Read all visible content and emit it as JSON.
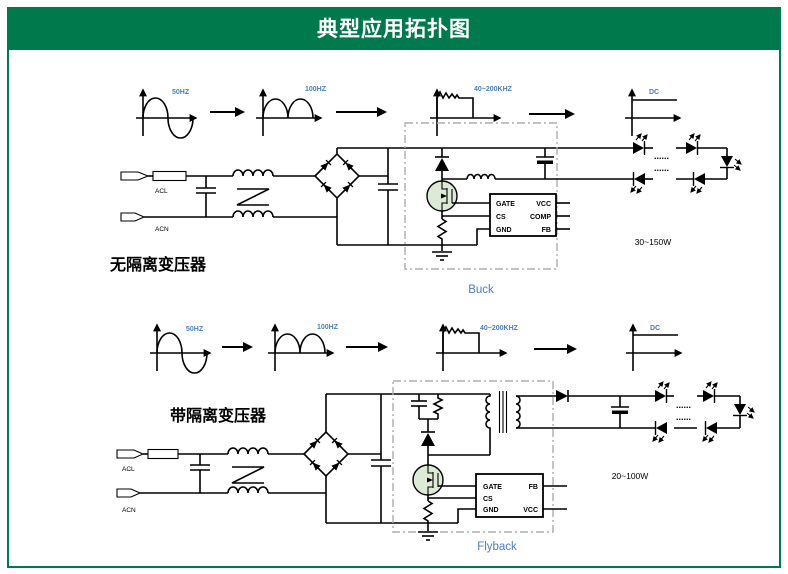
{
  "header": {
    "title": "典型应用拓扑图"
  },
  "colors": {
    "header_green": "#00794C",
    "label_blue": "#4A7EBF",
    "mosfet_fill_green": "#DDEBD6",
    "wire_black": "#000000",
    "dashed_box_gray": "#ADADAD"
  },
  "shared": {
    "dots": "......"
  },
  "buck": {
    "name": "Buck",
    "note": "无隔离变压器",
    "power": "30~150W",
    "waveform_labels": [
      "50HZ",
      "100HZ",
      "40~200KHZ",
      "DC"
    ],
    "input": {
      "line": "ACL",
      "neutral": "ACN"
    },
    "ic": {
      "left_pins": [
        "GATE",
        "CS",
        "GND"
      ],
      "right_pins": [
        "VCC",
        "COMP",
        "FB"
      ]
    }
  },
  "flyback": {
    "name": "Flyback",
    "note": "带隔离变压器",
    "power": "20~100W",
    "waveform_labels": [
      "50HZ",
      "100HZ",
      "40~200KHZ",
      "DC"
    ],
    "input": {
      "line": "ACL",
      "neutral": "ACN"
    },
    "ic": {
      "left_pins": [
        "GATE",
        "CS",
        "GND"
      ],
      "right_pins": [
        "FB",
        "VCC"
      ]
    }
  }
}
